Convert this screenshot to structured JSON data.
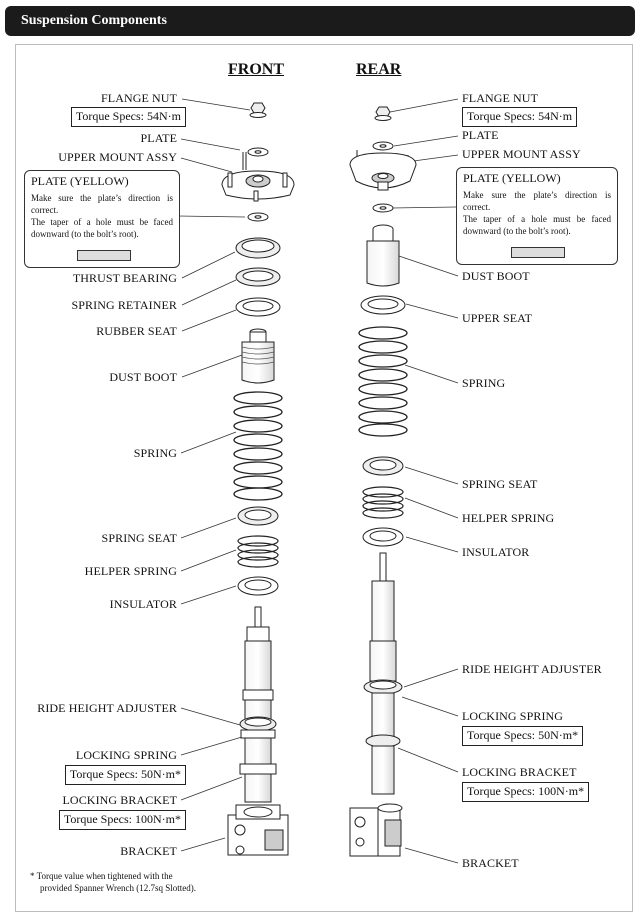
{
  "header": {
    "title": "Suspension Components"
  },
  "front": {
    "title": "FRONT",
    "labels": {
      "flange_nut": "FLANGE NUT",
      "flange_nut_torque": "Torque Specs: 54N·m",
      "plate": "PLATE",
      "upper_mount": "UPPER MOUNT ASSY",
      "thrust_bearing": "THRUST BEARING",
      "spring_retainer": "SPRING RETAINER",
      "rubber_seat": "RUBBER SEAT",
      "dust_boot": "DUST BOOT",
      "spring": "SPRING",
      "spring_seat": "SPRING SEAT",
      "helper_spring": "HELPER SPRING",
      "insulator": "INSULATOR",
      "ride_height": "RIDE HEIGHT ADJUSTER",
      "locking_spring": "LOCKING SPRING",
      "locking_spring_torque": "Torque Specs: 50N·m*",
      "locking_bracket": "LOCKING BRACKET",
      "locking_bracket_torque": "Torque Specs: 100N·m*",
      "bracket": "BRACKET"
    },
    "note": {
      "title": "PLATE (YELLOW)",
      "line1": "Make sure the plate’s direction is correct.",
      "line2": "The taper of a hole must be faced downward (to the bolt’s root)."
    },
    "footnote": {
      "line1": "* Torque value when tightened with the",
      "line2": "provided Spanner Wrench (12.7sq Slotted)."
    }
  },
  "rear": {
    "title": "REAR",
    "labels": {
      "flange_nut": "FLANGE NUT",
      "flange_nut_torque": "Torque Specs: 54N·m",
      "plate": "PLATE",
      "upper_mount": "UPPER MOUNT ASSY",
      "dust_boot": "DUST BOOT",
      "upper_seat": "UPPER SEAT",
      "spring": "SPRING",
      "spring_seat": "SPRING SEAT",
      "helper_spring": "HELPER SPRING",
      "insulator": "INSULATOR",
      "ride_height": "RIDE HEIGHT ADJUSTER",
      "locking_spring": "LOCKING SPRING",
      "locking_spring_torque": "Torque Specs: 50N·m*",
      "locking_bracket": "LOCKING BRACKET",
      "locking_bracket_torque": "Torque Specs: 100N·m*",
      "bracket": "BRACKET"
    },
    "note": {
      "title": "PLATE (YELLOW)",
      "line1": "Make sure the plate’s direction is correct.",
      "line2": "The taper of a hole must be faced downward (to the bolt’s root)."
    }
  }
}
